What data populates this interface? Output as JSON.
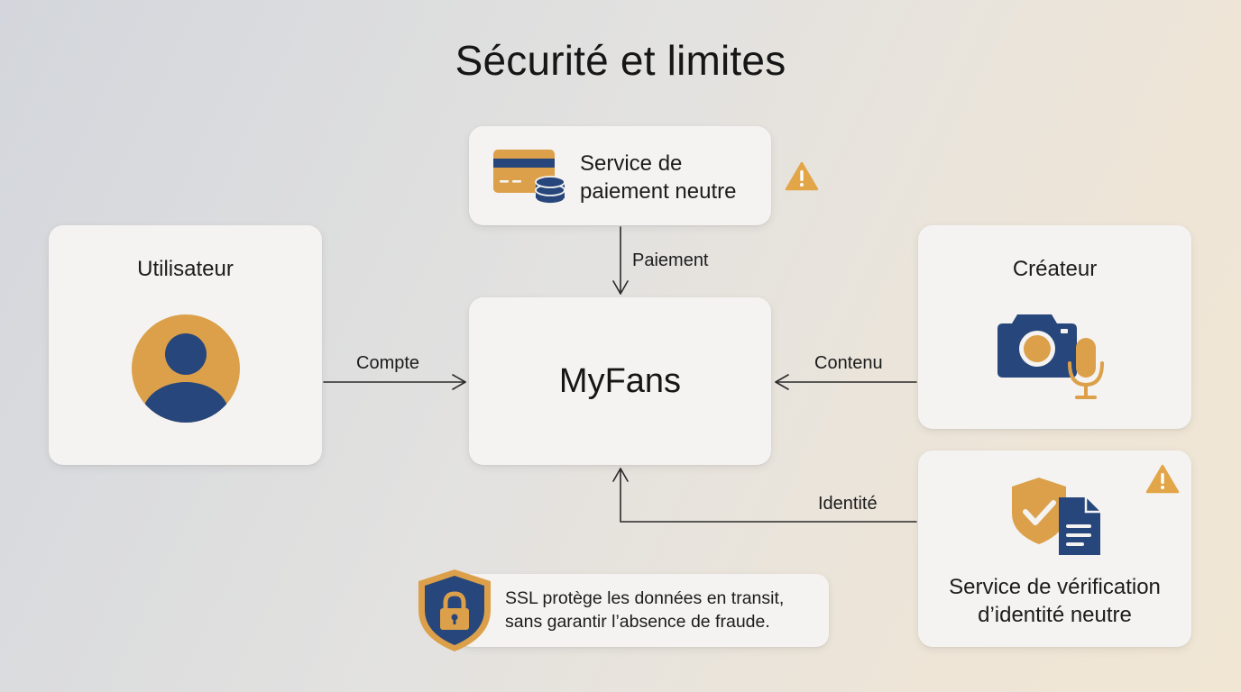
{
  "title": "Sécurité et limites",
  "nodes": {
    "user": {
      "label": "Utilisateur",
      "icon": "user-avatar-icon"
    },
    "payment": {
      "label_line1": "Service de",
      "label_line2": "paiement neutre",
      "icon": "credit-card-coins-icon",
      "warning_icon": "warning-icon"
    },
    "myfans": {
      "label": "MyFans"
    },
    "creator": {
      "label": "Créateur",
      "icon": "camera-microphone-icon"
    },
    "identity": {
      "label_line1": "Service de vérification",
      "label_line2": "d’identité neutre",
      "icon": "shield-check-document-icon",
      "warning_icon": "warning-icon"
    }
  },
  "edges": {
    "compte": "Compte",
    "paiement": "Paiement",
    "contenu": "Contenu",
    "identite": "Identité"
  },
  "note": {
    "line1": "SSL protège les données en transit,",
    "line2": "sans garantir l’absence de fraude.",
    "icon": "shield-lock-icon"
  },
  "colors": {
    "navy": "#27467b",
    "gold": "#dca04a",
    "warning": "#e2a547"
  }
}
